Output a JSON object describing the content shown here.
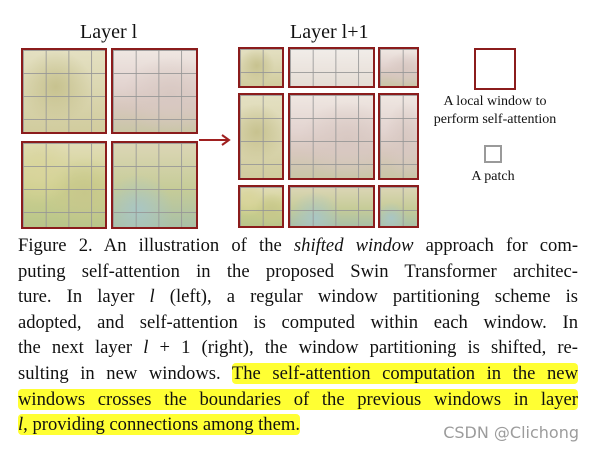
{
  "figure": {
    "layer_left_title": "Layer l",
    "layer_right_title": "Layer l+1",
    "legend": {
      "window_label_line1": "A local window to",
      "window_label_line2": "perform self-attention",
      "patch_label": "A patch"
    },
    "colors": {
      "window_border": "#8b1c1c",
      "arrow": "#a02020",
      "patch_border": "#9a9a9a",
      "highlight": "#ffff33"
    },
    "icons": {
      "arrow": "right-arrow-icon"
    }
  },
  "caption": {
    "l1_a": "Figure 2. An illustration of the ",
    "l1_b": "shifted window",
    "l1_c": " approach for com-",
    "l2": "puting self-attention in the proposed Swin Transformer architec-",
    "l3_a": "ture.  In layer ",
    "l3_b": "l",
    "l3_c": " (left), a regular window partitioning scheme is",
    "l4": "adopted, and self-attention is computed within each window.  In",
    "l5_a": "the next layer ",
    "l5_b": "l",
    "l5_c": " + 1 (right), the window partitioning is shifted, re-",
    "l6_a": "sulting in new windows. ",
    "l6_b": "The self-attention computation in the new",
    "l7": "windows crosses the boundaries of the previous windows in layer",
    "l8_a": "l",
    "l8_b": ", providing connections among them."
  },
  "watermark": "CSDN @Clichong"
}
